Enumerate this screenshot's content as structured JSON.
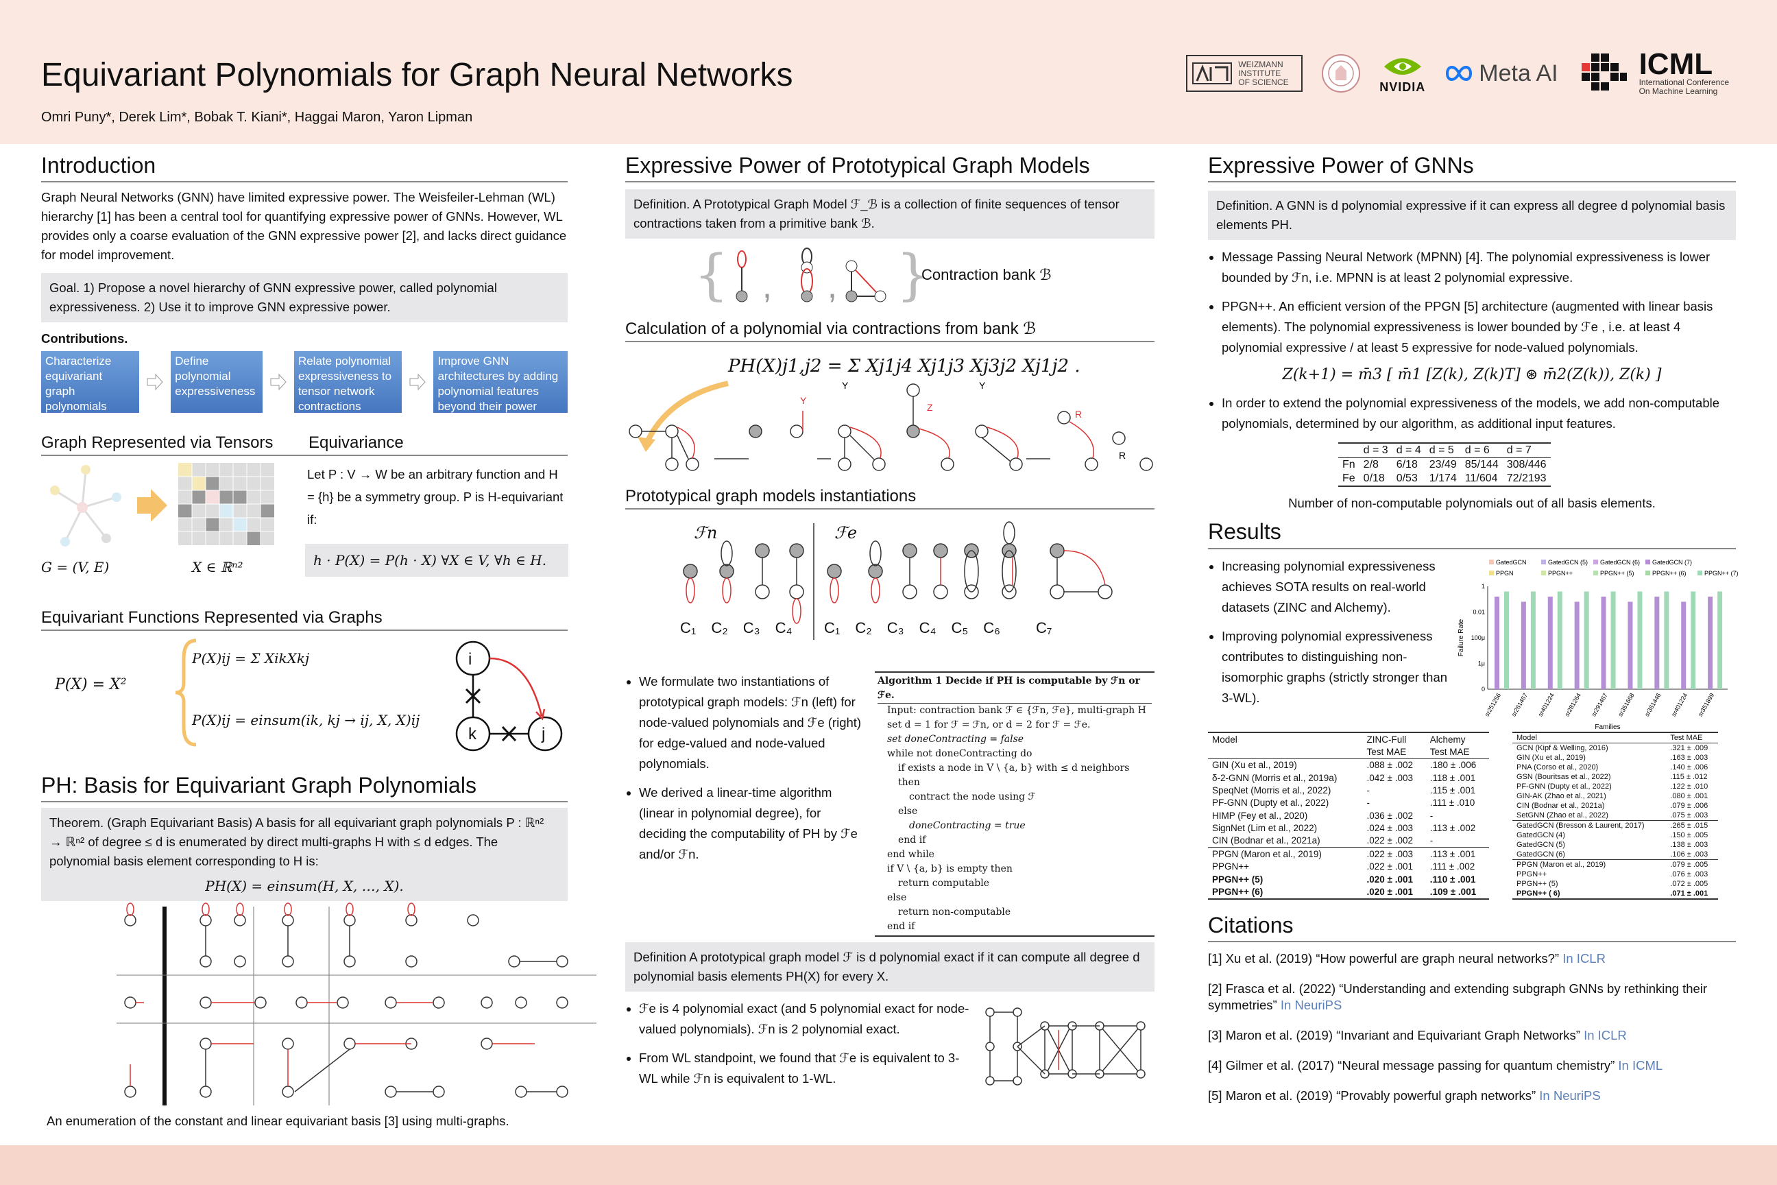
{
  "header": {
    "title": "Equivariant Polynomials for Graph Neural Networks",
    "authors": "Omri Puny*, Derek Lim*, Bobak T. Kiani*, Haggai Maron, Yaron Lipman",
    "logos": [
      "WEIZMANN INSTITUTE OF SCIENCE",
      "NVIDIA",
      "Meta AI",
      "ICML",
      "International Conference On Machine Learning"
    ]
  },
  "col1": {
    "intro_title": "Introduction",
    "intro_text": "Graph Neural Networks (GNN) have limited expressive power. The Weisfeiler-Lehman (WL) hierarchy [1] has been a central tool for quantifying expressive power of GNNs. However, WL provides only a coarse evaluation of the GNN expressive power [2], and lacks direct guidance for model improvement.",
    "goal": "Goal. 1) Propose a novel hierarchy of GNN expressive power, called polynomial expressiveness. 2) Use it to improve GNN expressive power.",
    "contrib_title": "Contributions.",
    "flow": [
      "Characterize equivariant graph polynomials",
      "Define polynomial expressiveness",
      "Relate polynomial expressiveness to tensor network contractions",
      "Improve GNN architectures by adding polynomial features beyond their power"
    ],
    "tensors_title": "Graph Represented via Tensors",
    "equiv_title": "Equivariance",
    "equiv_text": "Let P : V → W be an arbitrary function and H = {h} be a symmetry group. P is H-equivariant if:",
    "equiv_formula": "h · P(X) = P(h · X)  ∀X ∈ V, ∀h ∈ H.",
    "graph_label": "G = (V, E)",
    "tensor_label": "X ∈ ℝⁿ²",
    "eqfun_title": "Equivariant Functions Represented via Graphs",
    "px": "P(X) = X²",
    "px_1": "P(X)ij = Σ XikXkj",
    "px_2": "P(X)ij = einsum(ik, kj → ij, X, X)ij",
    "node_i": "i",
    "node_k": "k",
    "node_j": "j",
    "basis_title": "PH: Basis for Equivariant Graph Polynomials",
    "theorem": "Theorem. (Graph Equivariant Basis) A basis for all equivariant graph polynomials P : ℝⁿ² → ℝⁿ² of degree ≤ d is enumerated by direct multi-graphs H with ≤ d edges. The polynomial basis element corresponding to H is:",
    "theorem_formula": "PH(X) = einsum(H, X, …, X).",
    "caption": "An enumeration of the constant and linear equivariant basis [3] using multi-graphs."
  },
  "col2": {
    "title": "Expressive Power of Prototypical Graph Models",
    "definition": "Definition. A Prototypical Graph Model ℱ_ℬ is a collection of finite sequences of tensor contractions taken from a primitive bank ℬ.",
    "bank_label": "Contraction bank ℬ",
    "calc_title": "Calculation of a polynomial via contractions from bank ℬ",
    "calc_formula": "PH(X)j1,j2 = Σ Xj1j4 Xj1j3 Xj3j2 Xj1j2 .",
    "inst_title": "Prototypical graph models instantiations",
    "fn": "ℱn",
    "fe": "ℱe",
    "c_left": [
      "C₁",
      "C₂",
      "C₃",
      "C₄"
    ],
    "c_right": [
      "C₁",
      "C₂",
      "C₃",
      "C₄",
      "C₅",
      "C₆",
      "C₇"
    ],
    "bullets": [
      "We formulate two instantiations of prototypical graph models: ℱn (left) for node-valued polynomials and ℱe (right) for edge-valued and node-valued polynomials.",
      "We derived a linear-time algorithm (linear in polynomial degree), for deciding the computability of PH by ℱe and/or ℱn."
    ],
    "algo_title": "Algorithm 1 Decide if PH is computable by ℱn or ℱe.",
    "algo_lines": [
      "Input: contraction bank ℱ ∈ {ℱn, ℱe}, multi-graph H",
      "set d = 1 for ℱ = ℱn, or d = 2 for ℱ = ℱe.",
      "set doneContracting = false",
      "while not doneContracting do",
      "if exists a node in V \\ {a, b} with ≤ d neighbors then",
      "contract the node using ℱ",
      "else",
      "doneContracting = true",
      "end if",
      "end while",
      "if V \\ {a, b} is empty then",
      "return computable",
      "else",
      "return non-computable",
      "end if"
    ],
    "exact_def": "Definition A prototypical graph model ℱ is d polynomial exact if it can compute all degree d polynomial basis elements PH(X) for every X.",
    "exact_bullets": [
      "ℱe is 4 polynomial exact (and 5 polynomial exact for node-valued polynomials). ℱn is 2 polynomial exact.",
      "From WL standpoint, we found that ℱe is equivalent to 3-WL while ℱn is equivalent to 1-WL."
    ]
  },
  "col3": {
    "title": "Expressive Power of GNNs",
    "definition": "Definition. A GNN is d polynomial expressive if it can express all degree d polynomial basis elements PH.",
    "bullets": [
      "Message Passing Neural Network (MPNN) [4]. The polynomial expressiveness is lower bounded by ℱn, i.e. MPNN is at least 2 polynomial expressive.",
      "PPGN++. An efficient version of the PPGN [5] architecture (augmented with linear basis elements). The polynomial expressiveness is lower bounded by ℱe , i.e. at least 4 polynomial expressive / at least 5 expressive for node-valued polynomials."
    ],
    "formula": "Z(k+1) = m̄3 [ m̄1 [Z(k), Z(k)T] ⊛ m̄2(Z(k)), Z(k) ]",
    "extend": "In order to extend the polynomial expressiveness of the models, we add non-computable polynomials, determined by our algorithm, as additional input features.",
    "nc_table": {
      "headers": [
        "",
        "d = 3",
        "d = 4",
        "d = 5",
        "d = 6",
        "d = 7"
      ],
      "rows": [
        [
          "Fn",
          "2/8",
          "6/18",
          "23/49",
          "85/144",
          "308/446"
        ],
        [
          "Fe",
          "0/18",
          "0/53",
          "1/174",
          "11/604",
          "72/2193"
        ]
      ]
    },
    "nc_caption": "Number of non-computable polynomials out of all basis elements.",
    "results_title": "Results",
    "results_bullets": [
      "Increasing polynomial expressiveness achieves SOTA results on real-world datasets (ZINC and Alchemy).",
      "Improving polynomial expressiveness contributes to distinguishing non-isomorphic graphs (strictly stronger than 3-WL)."
    ],
    "table1": {
      "header1": [
        "Model",
        "ZINC-Full",
        "Alchemy"
      ],
      "header2": [
        "",
        "Test MAE",
        "Test MAE"
      ],
      "rows": [
        [
          "GIN (Xu et al., 2019)",
          ".088 ± .002",
          ".180 ± .006"
        ],
        [
          "δ-2-GNN (Morris et al., 2019a)",
          ".042 ± .003",
          ".118 ± .001"
        ],
        [
          "SpeqNet (Morris et al., 2022)",
          "-",
          ".115 ± .001"
        ],
        [
          "PF-GNN (Dupty et al., 2022)",
          "-",
          ".111 ± .010"
        ],
        [
          "HIMP (Fey et al., 2020)",
          ".036 ± .002",
          "-"
        ],
        [
          "SignNet (Lim et al., 2022)",
          ".024 ± .003",
          ".113 ± .002"
        ],
        [
          "CIN (Bodnar et al., 2021a)",
          ".022 ± .002",
          "-"
        ],
        [
          "PPGN (Maron et al., 2019)",
          ".022 ± .003",
          ".113 ± .001"
        ],
        [
          "PPGN++",
          ".022 ± .001",
          ".111 ± .002"
        ],
        [
          "PPGN++ (5)",
          ".020 ± .001",
          ".110 ± .001"
        ],
        [
          "PPGN++ (6)",
          ".020 ± .001",
          ".109 ± .001"
        ]
      ]
    },
    "table2": {
      "header": [
        "Model",
        "Test MAE"
      ],
      "rows": [
        [
          "GCN (Kipf & Welling, 2016)",
          ".321 ± .009"
        ],
        [
          "GIN (Xu et al., 2019)",
          ".163 ± .003"
        ],
        [
          "PNA (Corso et al., 2020)",
          ".140 ± .006"
        ],
        [
          "GSN (Bouritsas et al., 2022)",
          ".115 ± .012"
        ],
        [
          "PF-GNN (Dupty et al., 2022)",
          ".122 ± .010"
        ],
        [
          "GIN-AK (Zhao et al., 2021)",
          ".080 ± .001"
        ],
        [
          "CIN (Bodnar et al., 2021a)",
          ".079 ± .006"
        ],
        [
          "SetGNN (Zhao et al., 2022)",
          ".075 ± .003"
        ],
        [
          "GatedGCN (Bresson & Laurent, 2017)",
          ".265 ± .015"
        ],
        [
          "GatedGCN (4)",
          ".150 ± .005"
        ],
        [
          "GatedGCN (5)",
          ".138 ± .003"
        ],
        [
          "GatedGCN (6)",
          ".106 ± .003"
        ],
        [
          "PPGN (Maron et al., 2019)",
          ".079 ± .005"
        ],
        [
          "PPGN++",
          ".076 ± .003"
        ],
        [
          "PPGN++ (5)",
          ".072 ± .005"
        ],
        [
          "PPGN++ ( 6)",
          ".071 ± .001"
        ]
      ]
    },
    "citations_title": "Citations",
    "citations": [
      {
        "text": "[1] Xu et al. (2019) “How powerful are graph neural networks?”",
        "venue": "In ICLR"
      },
      {
        "text": "[2] Frasca et al. (2022) “Understanding and extending subgraph GNNs by rethinking their symmetries”",
        "venue": "In NeuriPS"
      },
      {
        "text": "[3] Maron et al. (2019) “Invariant and Equivariant Graph Networks”",
        "venue": "In ICLR"
      },
      {
        "text": "[4] Gilmer et al. (2017) “Neural message passing for quantum chemistry”",
        "venue": "In ICML"
      },
      {
        "text": "[5] Maron et al. (2019) “Provably powerful graph networks”",
        "venue": "In NeuriPS"
      }
    ]
  },
  "chart_data": {
    "type": "bar",
    "legend": [
      "GatedGCN",
      "GatedGCN (5)",
      "GatedGCN (6)",
      "GatedGCN (7)",
      "PPGN",
      "PPGN++",
      "PPGN++ (5)",
      "PPGN++ (6)",
      "PPGN++ (7)"
    ],
    "colors": [
      "#f3c6b8",
      "#bfb0e6",
      "#c9a6e0",
      "#b58fd6",
      "#f0e08a",
      "#cfe6a4",
      "#b6e0b0",
      "#a6d8a8",
      "#9fd9b6"
    ],
    "categories": [
      "sr251256",
      "sr261467",
      "sr401224",
      "sr281264",
      "sr291467",
      "sr351668",
      "sr361446",
      "sr401224",
      "sr351899"
    ],
    "xlabel": "Families",
    "ylabel": "Failure Rate",
    "yticks": [
      "1",
      "0.01",
      "100μ",
      "1μ",
      "0"
    ],
    "series": [
      {
        "name": "GatedGCN (7)",
        "values": [
          0.9,
          0.85,
          0.9,
          0.85,
          0.9,
          0.85,
          0.9,
          0.85,
          0.9
        ]
      },
      {
        "name": "PPGN++ (7)",
        "values": [
          0.95,
          0.95,
          0.95,
          0.95,
          0.95,
          0.95,
          0.95,
          0.95,
          0.95
        ]
      }
    ]
  }
}
